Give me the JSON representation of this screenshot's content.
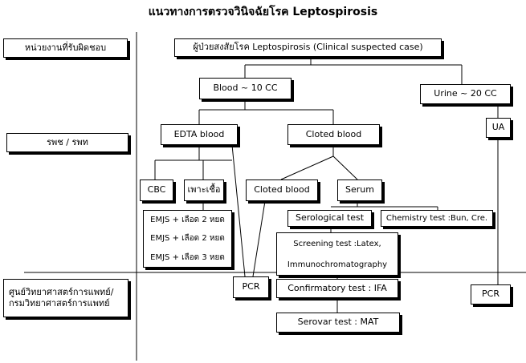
{
  "title": "แนวทางการตรวจวินิจฉัยโรค Leptospirosis",
  "left_labels": {
    "responsible": "หน่วยงานที่รับผิดชอบ",
    "hospital": "รพช / รพท",
    "center_line1": "ศูนย์วิทยาศาสตร์การแพทย์/",
    "center_line2": "กรมวิทยาศาสตร์การแพทย์"
  },
  "nodes": {
    "patient": "ผู้ป่วยสงสัยโรค Leptospirosis (Clinical suspected case)",
    "blood": "Blood ~ 10 CC",
    "urine": "Urine ~ 20 CC",
    "edta": "EDTA blood",
    "cloted_top": "Cloted blood",
    "ua": "UA",
    "cbc": "CBC",
    "culture": "เพาะเชื้อ",
    "cloted_sub": "Cloted blood",
    "serum": "Serum",
    "emjs1": "EMJS + เลือด 2 หยด",
    "emjs2": "EMJS + เลือด 2 หยด",
    "emjs3": "EMJS + เลือด 3 หยด",
    "serological": "Serological test",
    "chemistry": "Chemistry test :Bun, Cre.",
    "screening_line1": "Screening test :Latex,",
    "screening_line2": "Immunochromatography",
    "pcr_blood": "PCR",
    "pcr_urine": "PCR",
    "confirmatory": "Confirmatory test : IFA",
    "serovar": "Serovar test : MAT"
  }
}
